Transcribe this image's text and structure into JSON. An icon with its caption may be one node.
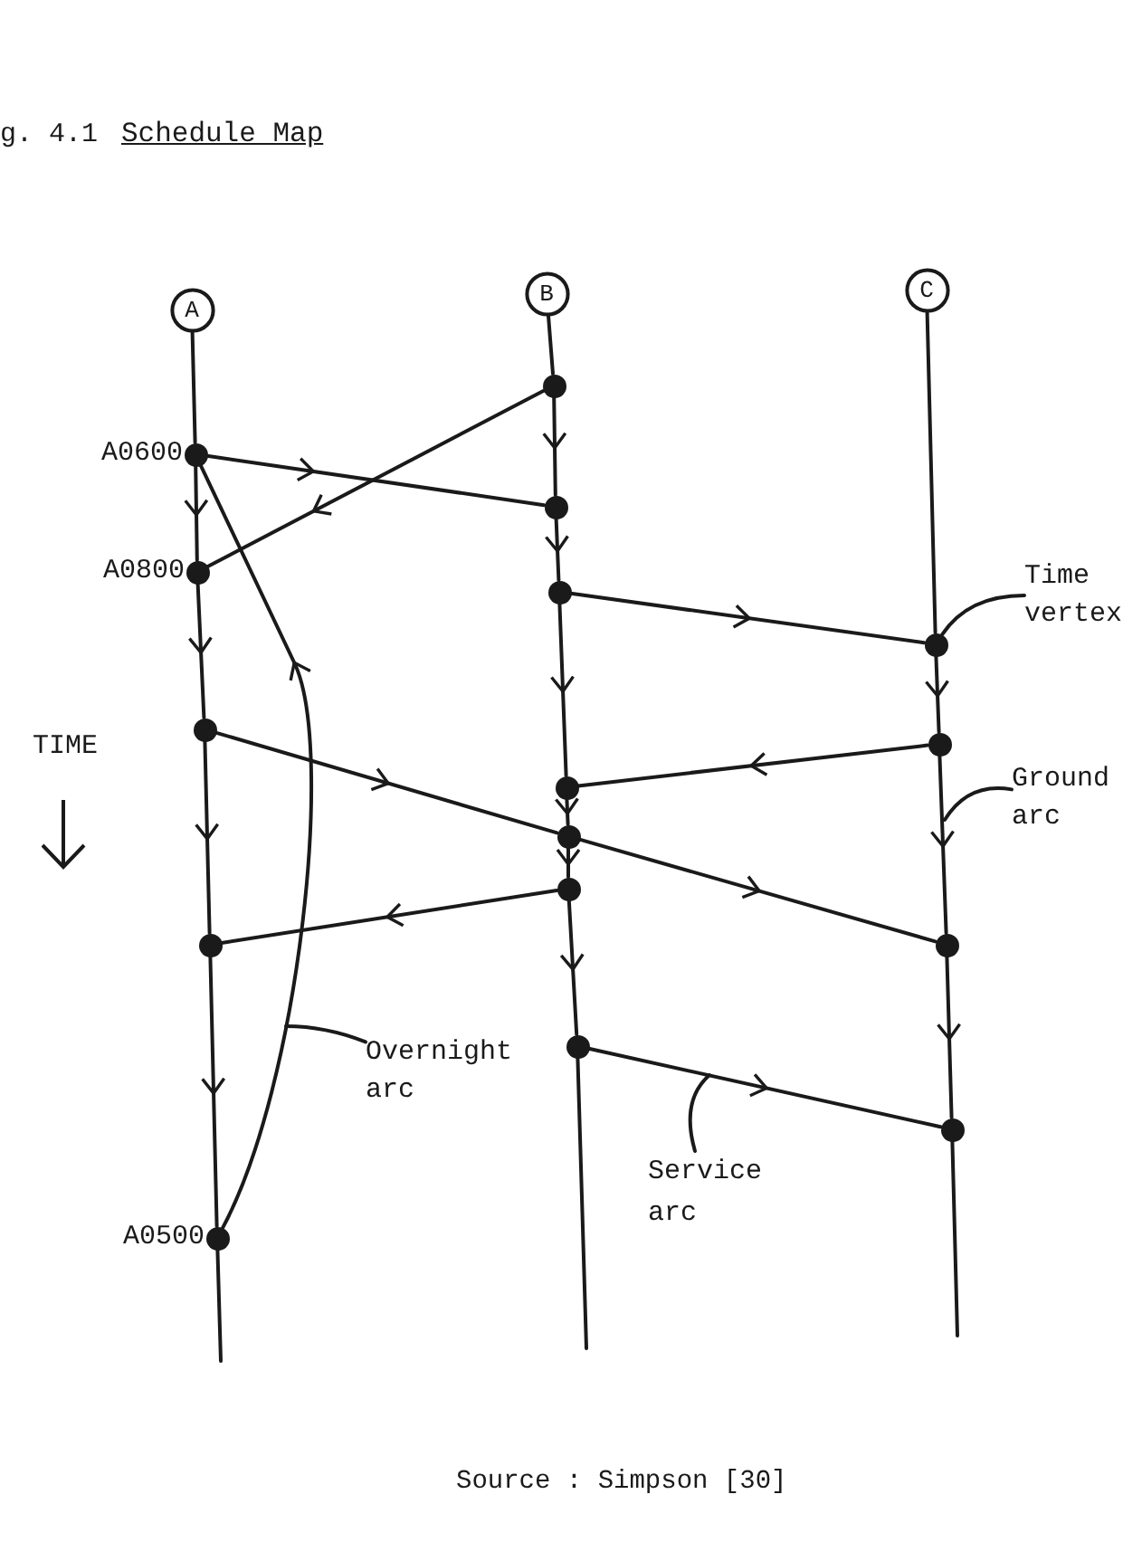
{
  "diagram": {
    "title": "Schedule Map",
    "caption": "Source : Simpson [30]",
    "nodes": [
      {
        "text": [
          "A"
        ]
      },
      {
        "text": [
          "B"
        ]
      },
      {
        "text": [
          "C"
        ]
      },
      {
        "text": [],
        "shape": "circle"
      },
      {
        "text": [],
        "shape": "circle",
        "beside": [
          "A0600"
        ]
      },
      {
        "text": [],
        "shape": "circle"
      },
      {
        "text": [],
        "shape": "circle",
        "beside": [
          "A0800"
        ]
      },
      {
        "text": [],
        "shape": "circle"
      },
      {
        "text": [
          "Time vertex"
        ]
      },
      {
        "text": [],
        "shape": "circle"
      },
      {
        "text": [],
        "shape": "circle"
      },
      {
        "text": [],
        "shape": "circle"
      },
      {
        "text": [
          "Ground arc"
        ]
      },
      {
        "text": [],
        "shape": "circle"
      },
      {
        "text": [],
        "shape": "circle"
      },
      {
        "text": [],
        "shape": "circle"
      },
      {
        "text": [],
        "shape": "circle"
      },
      {
        "text": [],
        "shape": "circle"
      },
      {
        "text": [
          "Overnight arc"
        ]
      },
      {
        "text": [],
        "shape": "circle"
      },
      {
        "text": [],
        "shape": "circle"
      },
      {
        "text": [
          "Service arc"
        ]
      },
      {
        "text": [],
        "shape": "circle",
        "beside": [
          "A0500"
        ]
      }
    ],
    "edges": [
      {
        "from": 0,
        "to": 4,
        "arrow": "none"
      },
      {
        "from": 1,
        "to": 3,
        "arrow": "none"
      },
      {
        "from": 2,
        "to": 9,
        "arrow": "none"
      },
      {
        "from": 4,
        "to": 6,
        "arrow": "to"
      },
      {
        "from": 6,
        "to": 10,
        "arrow": "to"
      },
      {
        "from": 10,
        "to": 16,
        "arrow": "to"
      },
      {
        "from": 16,
        "to": 22,
        "arrow": "to"
      },
      {
        "from": 22,
        "to": null,
        "arrow": "none"
      },
      {
        "from": 3,
        "to": 5,
        "arrow": "to"
      },
      {
        "from": 5,
        "to": 7,
        "arrow": "to"
      },
      {
        "from": 7,
        "to": 13,
        "arrow": "to"
      },
      {
        "from": 13,
        "to": 14,
        "arrow": "to"
      },
      {
        "from": 14,
        "to": 15,
        "arrow": "to"
      },
      {
        "from": 15,
        "to": 19,
        "arrow": "to"
      },
      {
        "from": 19,
        "to": null,
        "arrow": "none"
      },
      {
        "from": 9,
        "to": 11,
        "arrow": "to"
      },
      {
        "from": 11,
        "to": 17,
        "arrow": "to"
      },
      {
        "from": 17,
        "to": 20,
        "arrow": "to"
      },
      {
        "from": 20,
        "to": null,
        "arrow": "none"
      },
      {
        "from": 4,
        "to": 5,
        "arrow": "to"
      },
      {
        "from": 3,
        "to": 6,
        "arrow": "to"
      },
      {
        "from": 7,
        "to": 9,
        "arrow": "to"
      },
      {
        "from": 10,
        "to": 14,
        "arrow": "to"
      },
      {
        "from": 14,
        "to": 17,
        "arrow": "to"
      },
      {
        "from": 11,
        "to": 13,
        "arrow": "to"
      },
      {
        "from": 15,
        "to": 16,
        "arrow": "to"
      },
      {
        "from": 19,
        "to": 20,
        "arrow": "to"
      },
      {
        "from": 22,
        "to": 4,
        "arrow": "to"
      },
      {
        "from": 8,
        "to": 9,
        "arrow": "none"
      },
      {
        "from": 12,
        "to": null,
        "arrow": "none"
      },
      {
        "from": 18,
        "to": null,
        "arrow": "none"
      },
      {
        "from": 21,
        "to": null,
        "arrow": "none"
      }
    ],
    "labels": [
      "g. 4.1",
      "TIME"
    ]
  }
}
